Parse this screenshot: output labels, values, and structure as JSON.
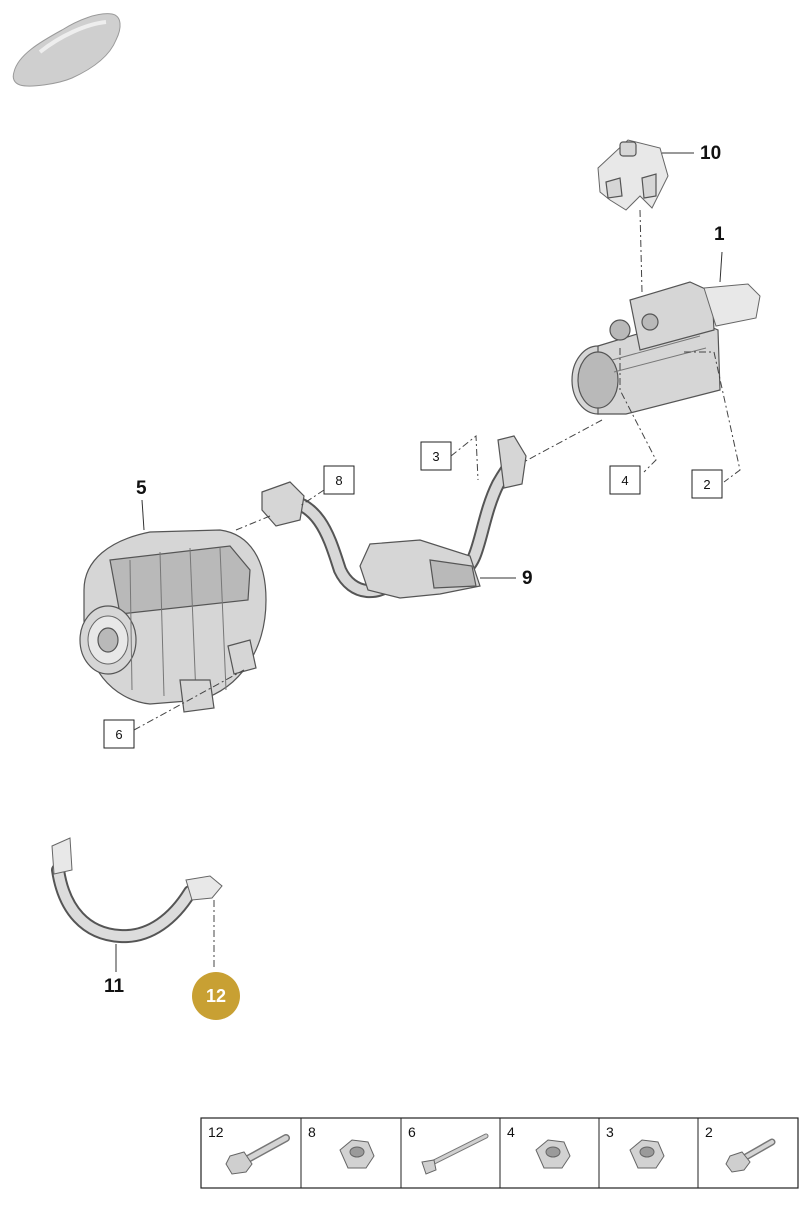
{
  "callouts": {
    "c1": "1",
    "c2": "2",
    "c3": "3",
    "c4": "4",
    "c5": "5",
    "c6": "6",
    "c8": "8",
    "c9": "9",
    "c10": "10",
    "c11": "11",
    "c12": "12"
  },
  "highlight_color": "#c8a033",
  "hardware_table": [
    {
      "number": "12",
      "icon": "bolt-icon"
    },
    {
      "number": "8",
      "icon": "hex-nut-icon"
    },
    {
      "number": "6",
      "icon": "stud-icon"
    },
    {
      "number": "4",
      "icon": "hex-nut-icon"
    },
    {
      "number": "3",
      "icon": "hex-nut-icon"
    },
    {
      "number": "2",
      "icon": "bolt-icon"
    }
  ]
}
